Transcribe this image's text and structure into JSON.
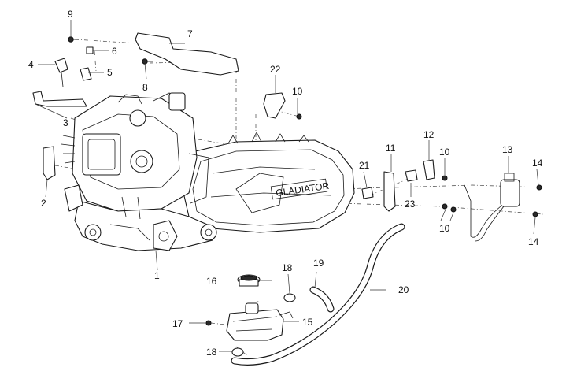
{
  "callouts": {
    "c1": "1",
    "c2": "2",
    "c3": "3",
    "c4": "4",
    "c5": "5",
    "c6": "6",
    "c7": "7",
    "c8": "8",
    "c9": "9",
    "c10a": "10",
    "c10b": "10",
    "c10c": "10",
    "c11": "11",
    "c12": "12",
    "c13": "13",
    "c14a": "14",
    "c14b": "14",
    "c15": "15",
    "c16": "16",
    "c17": "17",
    "c18a": "18",
    "c18b": "18",
    "c19": "19",
    "c20": "20",
    "c21": "21",
    "c22": "22",
    "c23": "23"
  },
  "engine_cover_lettering": "GLADIATOR"
}
